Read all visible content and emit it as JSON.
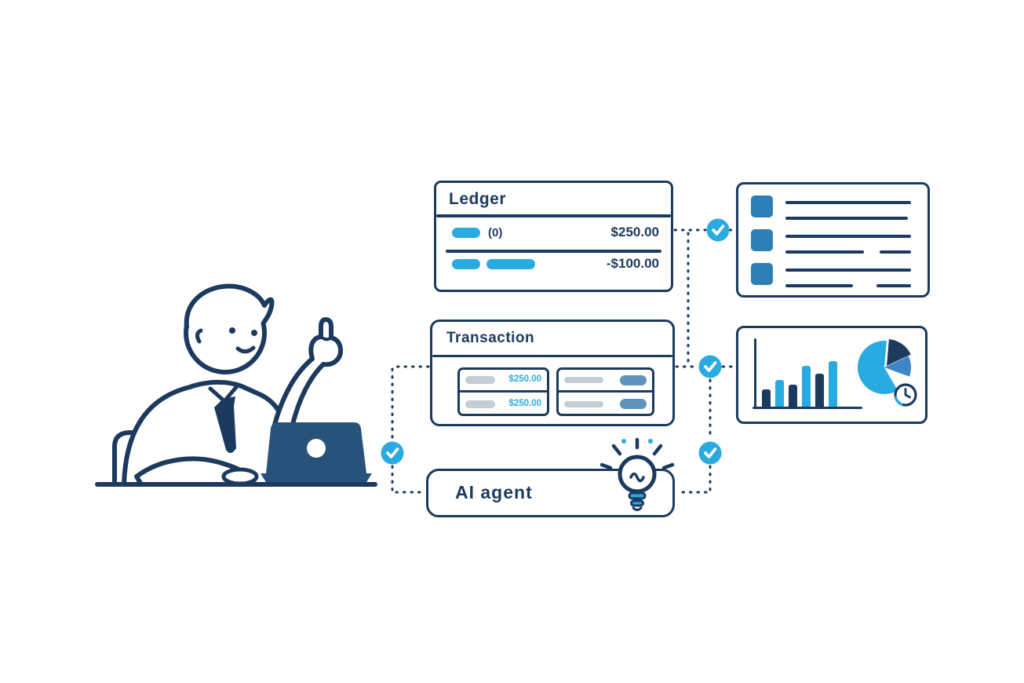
{
  "palette": {
    "navy": "#1c3a5e",
    "cyan": "#29abe2",
    "steel_blue": "#5e93bb",
    "square_blue": "#2d7fb8",
    "light_gray": "#c3cdd6",
    "laptop_blue": "#27527a"
  },
  "ledger_card": {
    "title": "Ledger",
    "rows": [
      {
        "label": "(0)",
        "amount": "$250.00"
      },
      {
        "label": "",
        "amount": "-$100.00"
      }
    ]
  },
  "checklist_card": {
    "item_count": 3
  },
  "transaction_card": {
    "title": "Transaction",
    "amounts": [
      "$250.00",
      "$250.00"
    ]
  },
  "ai_agent_card": {
    "title": "AI agent"
  },
  "chart_card": {
    "type": "bar+pie",
    "bars": {
      "values": [
        22,
        34,
        28,
        52,
        42,
        58
      ],
      "colors": [
        "#1c3a5e",
        "#29abe2",
        "#1c3a5e",
        "#29abe2",
        "#1c3a5e",
        "#29abe2"
      ]
    },
    "pie": {
      "slices": [
        {
          "name": "primary",
          "color": "#29abe2",
          "sweep_deg": 215
        },
        {
          "name": "secondary",
          "color": "#1c3a5e",
          "sweep_deg": 60
        },
        {
          "name": "tertiary",
          "color": "#3d85c6",
          "sweep_deg": 45
        }
      ]
    }
  },
  "badges": {
    "check_count": 4,
    "color": "#29abe2"
  }
}
